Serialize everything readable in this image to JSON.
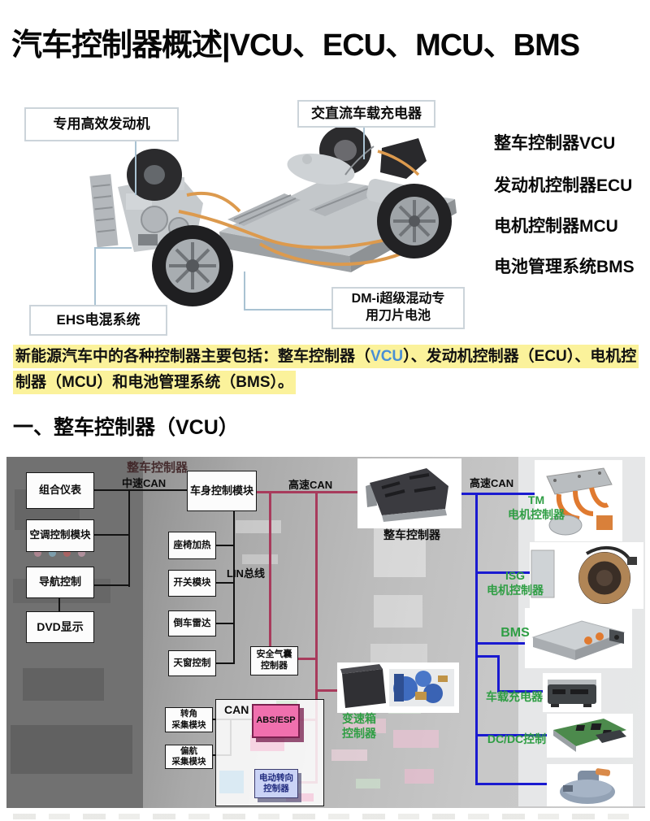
{
  "title": "汽车控制器概述|VCU、ECU、MCU、BMS",
  "figure": {
    "callout_engine": "专用高效发动机",
    "callout_charger": "交直流车载充电器",
    "callout_ehs": "EHS电混系统",
    "callout_battery": "DM-i超级混动专\n用刀片电池",
    "legend": [
      "整车控制器VCU",
      "发动机控制器ECU",
      "电机控制器MCU",
      "电池管理系统BMS"
    ]
  },
  "intro": {
    "part1": "新能源汽车中的各种控制器主要包括：整车控制器（",
    "vcu": "VCU",
    "part2": "）、发动机控制器（ECU）、电机控",
    "part3": "制器（MCU）和电池管理系统（BMS）。"
  },
  "section": {
    "heading": "一、整车控制器（VCU）"
  },
  "diagram": {
    "ghost_title": "整车控制器",
    "mid_can": "中速CAN",
    "high_can_left": "高速CAN",
    "high_can_right": "高速CAN",
    "lin_bus": "LIN总线",
    "can": "CAN",
    "vcu_caption": "整车控制器",
    "boxes": {
      "combo": "组合仪表",
      "ac": "空调控制模块",
      "nav": "导航控制",
      "dvd": "DVD显示",
      "body": "车身控制模块",
      "seat": "座椅加热",
      "switch": "开关模块",
      "radar": "倒车雷达",
      "sunroof": "天窗控制",
      "airbag": "安全气囊\n控制器",
      "angle": "转角\n采集模块",
      "yaw": "偏航\n采集模块",
      "abs": "ABS/ESP",
      "eps": "电动转向\n控制器"
    },
    "green_labels": {
      "tm": "TM\n电机控制器",
      "isg": "ISG\n电机控制器",
      "bms": "BMS",
      "obc": "车载充电器",
      "dcdc": "DC/DC控制",
      "tcu": "变速箱\n控制器"
    },
    "colors": {
      "high_can_line": "#a83b5c",
      "right_bus_line": "#1a1ad0",
      "abs_fill": "#f070ae",
      "eps_fill": "#cad3f5",
      "green_label": "#2f9e44",
      "highlight": "#fbf29b",
      "vcu_blue": "#4a8fd4"
    }
  }
}
